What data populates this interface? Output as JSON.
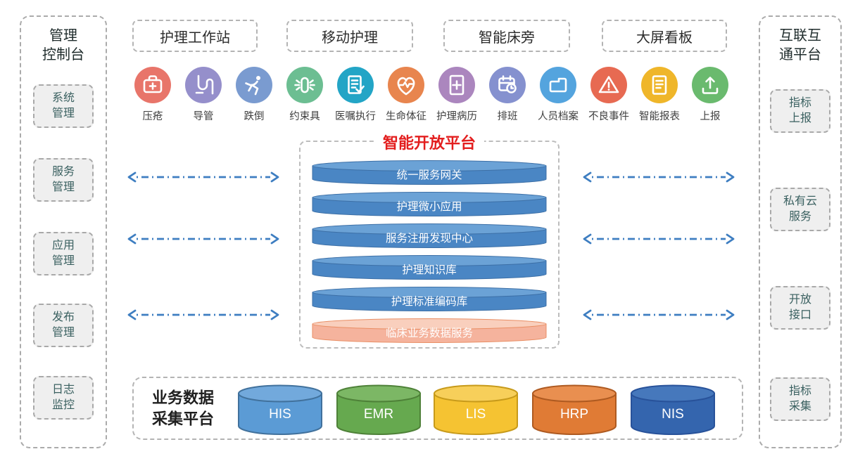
{
  "left_panel": {
    "title": "管理\n控制台",
    "items": [
      {
        "label": "系统\n管理"
      },
      {
        "label": "服务\n管理"
      },
      {
        "label": "应用\n管理"
      },
      {
        "label": "发布\n管理"
      },
      {
        "label": "日志\n监控"
      }
    ]
  },
  "right_panel": {
    "title": "互联互\n通平台",
    "items": [
      {
        "label": "指标\n上报"
      },
      {
        "label": "私有云\n服务"
      },
      {
        "label": "开放\n接口"
      },
      {
        "label": "指标\n采集"
      }
    ]
  },
  "top_groups": [
    {
      "label": "护理工作站"
    },
    {
      "label": "移动护理"
    },
    {
      "label": "智能床旁"
    },
    {
      "label": "大屏看板"
    }
  ],
  "icons": [
    {
      "name": "first-aid-kit",
      "label": "压疮",
      "color": "#E8756A"
    },
    {
      "name": "catheter",
      "label": "导管",
      "color": "#958FCB"
    },
    {
      "name": "fall",
      "label": "跌倒",
      "color": "#7A9BD0"
    },
    {
      "name": "restraint",
      "label": "约束具",
      "color": "#6CBE92"
    },
    {
      "name": "order-execution",
      "label": "医嘱执行",
      "color": "#23A5C6"
    },
    {
      "name": "vital-signs",
      "label": "生命体征",
      "color": "#E8854E"
    },
    {
      "name": "nursing-record",
      "label": "护理病历",
      "color": "#AB86BE"
    },
    {
      "name": "schedule",
      "label": "排班",
      "color": "#8591CF"
    },
    {
      "name": "personnel-archive",
      "label": "人员档案",
      "color": "#54A4DE"
    },
    {
      "name": "adverse-event",
      "label": "不良事件",
      "color": "#E76A52"
    },
    {
      "name": "smart-report",
      "label": "智能报表",
      "color": "#EFB62A"
    },
    {
      "name": "upload",
      "label": "上报",
      "color": "#6ABA6E"
    }
  ],
  "platform": {
    "title": "智能开放平台",
    "title_color": "#E31E1E",
    "layers": [
      {
        "label": "统一服务网关",
        "body": "#4A86C4",
        "top": "#6BA2D6",
        "stroke": "#3C6FA6"
      },
      {
        "label": "护理微小应用",
        "body": "#4A86C4",
        "top": "#6BA2D6",
        "stroke": "#3C6FA6"
      },
      {
        "label": "服务注册发现中心",
        "body": "#4A86C4",
        "top": "#6BA2D6",
        "stroke": "#3C6FA6"
      },
      {
        "label": "护理知识库",
        "body": "#4A86C4",
        "top": "#6BA2D6",
        "stroke": "#3C6FA6"
      },
      {
        "label": "护理标准编码库",
        "body": "#4A86C4",
        "top": "#6BA2D6",
        "stroke": "#3C6FA6"
      },
      {
        "label": "临床业务数据服务",
        "body": "#F5B39D",
        "top": "#F9CFBD",
        "stroke": "#E98E64"
      }
    ]
  },
  "bottom": {
    "title": "业务数据\n采集平台",
    "databases": [
      {
        "label": "HIS",
        "body": "#5B9BD5",
        "top": "#72A9DC",
        "stroke": "#41719C"
      },
      {
        "label": "EMR",
        "body": "#66A94F",
        "top": "#7CB765",
        "stroke": "#4E8138"
      },
      {
        "label": "LIS",
        "body": "#F5C332",
        "top": "#F7CF5A",
        "stroke": "#C79A1A"
      },
      {
        "label": "HRP",
        "body": "#E07B35",
        "top": "#E98F50",
        "stroke": "#AE5A21"
      },
      {
        "label": "NIS",
        "body": "#3465AE",
        "top": "#4678BC",
        "stroke": "#28529A"
      }
    ]
  },
  "arrows": {
    "color": "#3E7EC1"
  }
}
